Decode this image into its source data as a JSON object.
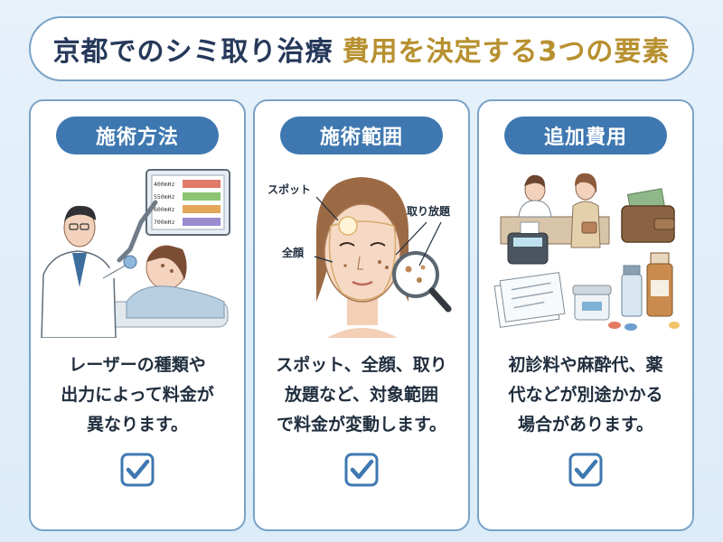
{
  "title": {
    "main": "京都でのシミ取り治療",
    "accent": "費用を決定する3つの要素"
  },
  "cards": [
    {
      "label": "施術方法",
      "lines": [
        "レーザーの種類や",
        "出力によって料金が",
        "異なります。"
      ],
      "monitor_readings": [
        "400mHz",
        "550mHz",
        "600mHz",
        "700mHz"
      ]
    },
    {
      "label": "施術範囲",
      "lines": [
        "スポット、全顔、取り",
        "放題など、対象範囲",
        "で料金が変動します。"
      ],
      "annotations": {
        "spot": "スポット",
        "full_face": "全顔",
        "unlimited": "取り放題"
      }
    },
    {
      "label": "追加費用",
      "lines": [
        "初診料や麻酔代、薬",
        "代などが別途かかる",
        "場合があります。"
      ]
    }
  ],
  "colors": {
    "accent": "#3f78b1",
    "gold": "#b7902f",
    "border": "#7aa3c8"
  },
  "icons": [
    "doctor-laser-icon",
    "face-zones-icon",
    "payment-icon",
    "check-icon"
  ]
}
